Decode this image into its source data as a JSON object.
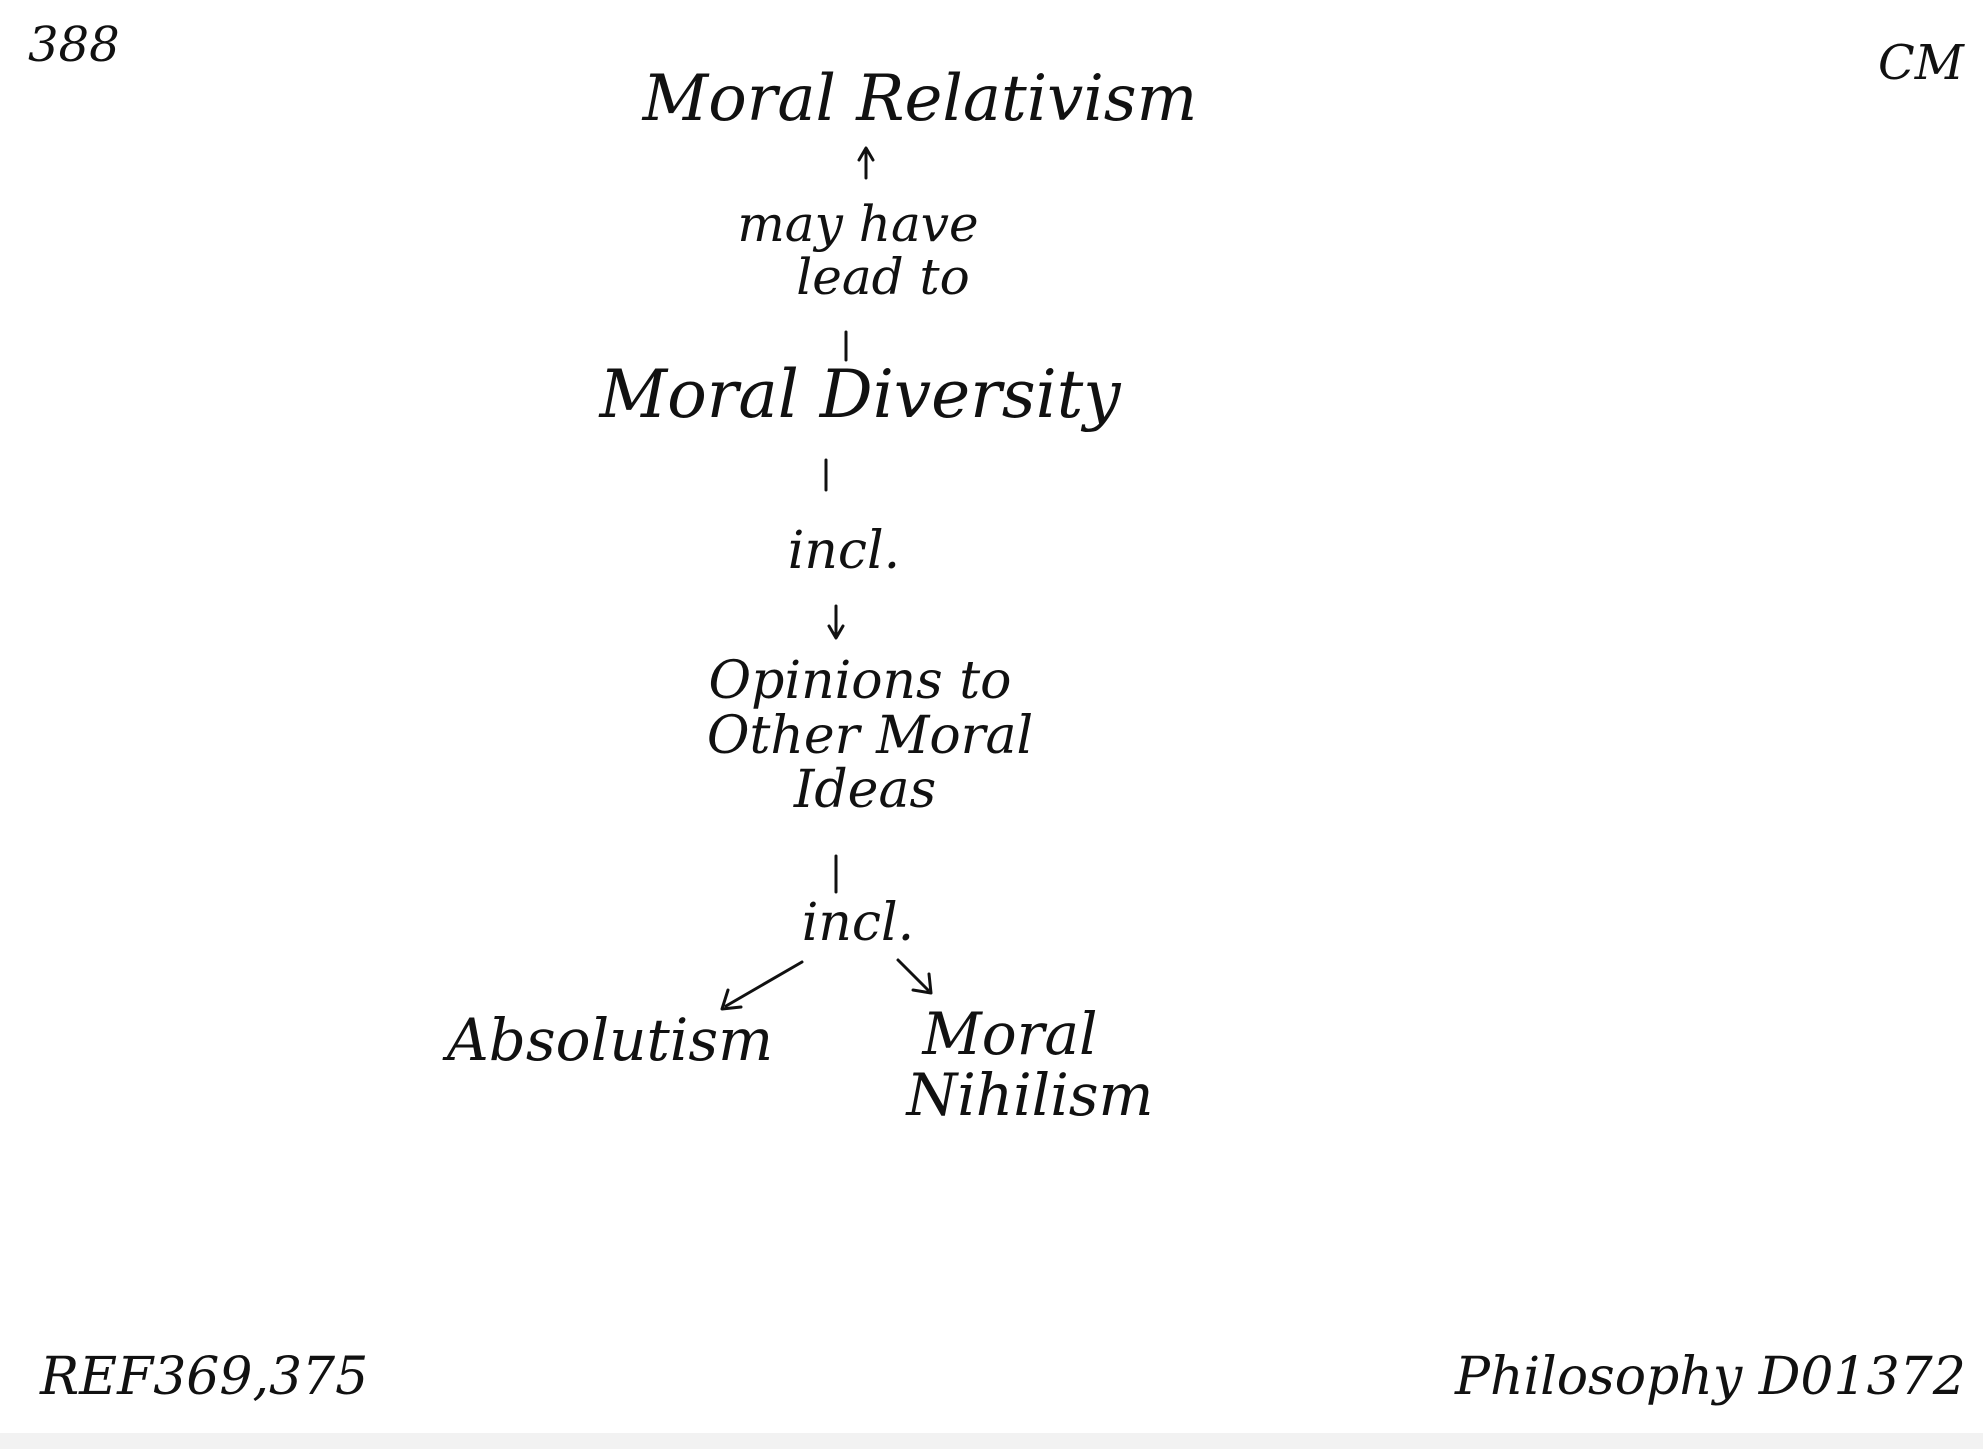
{
  "page_number": "388",
  "initials": "CM",
  "reference": "REF369,375",
  "subject_code": "Philosophy D01372",
  "nodes": {
    "moral_relativism": "Moral Relativism",
    "link_may_have_lead_to": [
      "may have",
      "lead to"
    ],
    "moral_diversity": "Moral Diversity",
    "link_incl_1": "incl.",
    "opinions": [
      "Opinions to",
      "Other Moral",
      "Ideas"
    ],
    "link_incl_2": "incl.",
    "absolutism": "Absolutism",
    "moral_nihilism": [
      "Moral",
      "Nihilism"
    ]
  }
}
